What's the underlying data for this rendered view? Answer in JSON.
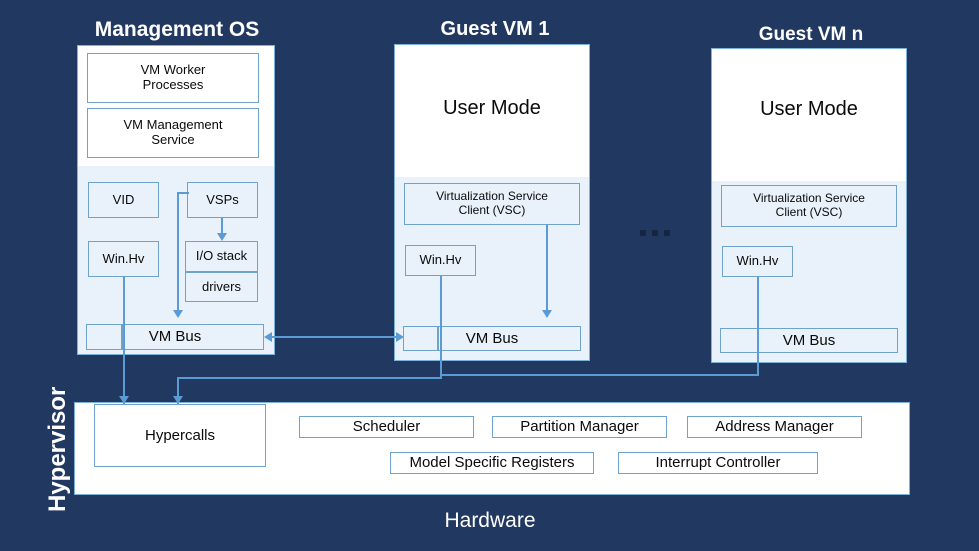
{
  "diagram": {
    "title_hidden": "",
    "background_color": "#213861",
    "accent_color": "#5B9BD5",
    "panel_fill": "#E9F1FA",
    "box_border": "#6FA3CC"
  },
  "columns": {
    "management_os": {
      "caption": "Management OS",
      "boxes": {
        "vm_worker_processes": "VM Worker\nProcesses",
        "vm_worker_line1": "VM Worker",
        "vm_worker_line2": "Processes",
        "vm_management_line1": "VM Management",
        "vm_management_line2": "Service",
        "vid": "VID",
        "vsps": "VSPs",
        "io_stack": "I/O stack",
        "drivers": "drivers",
        "winhv": "Win.Hv",
        "vm_bus": "VM Bus"
      }
    },
    "guest_vm_1": {
      "caption": "Guest VM 1",
      "boxes": {
        "user_mode": "User Mode",
        "vsc_line1": "Virtualization Service",
        "vsc_line2": "Client  (VSC)",
        "winhv": "Win.Hv",
        "vm_bus": "VM Bus"
      }
    },
    "guest_vm_n": {
      "caption": "Guest VM n",
      "boxes": {
        "user_mode": "User Mode",
        "vsc_line1": "Virtualization Service",
        "vsc_line2": "Client  (VSC)",
        "winhv": "Win.Hv",
        "vm_bus": "VM Bus"
      }
    }
  },
  "ellipsis": "• • •",
  "hypervisor": {
    "label": "Hypervisor",
    "boxes": {
      "hypercalls": "Hypercalls",
      "scheduler": "Scheduler",
      "partition_manager": "Partition Manager",
      "address_manager": "Address Manager",
      "model_specific_registers": "Model Specific Registers",
      "interrupt_controller": "Interrupt Controller"
    }
  },
  "hardware": {
    "label": "Hardware"
  }
}
